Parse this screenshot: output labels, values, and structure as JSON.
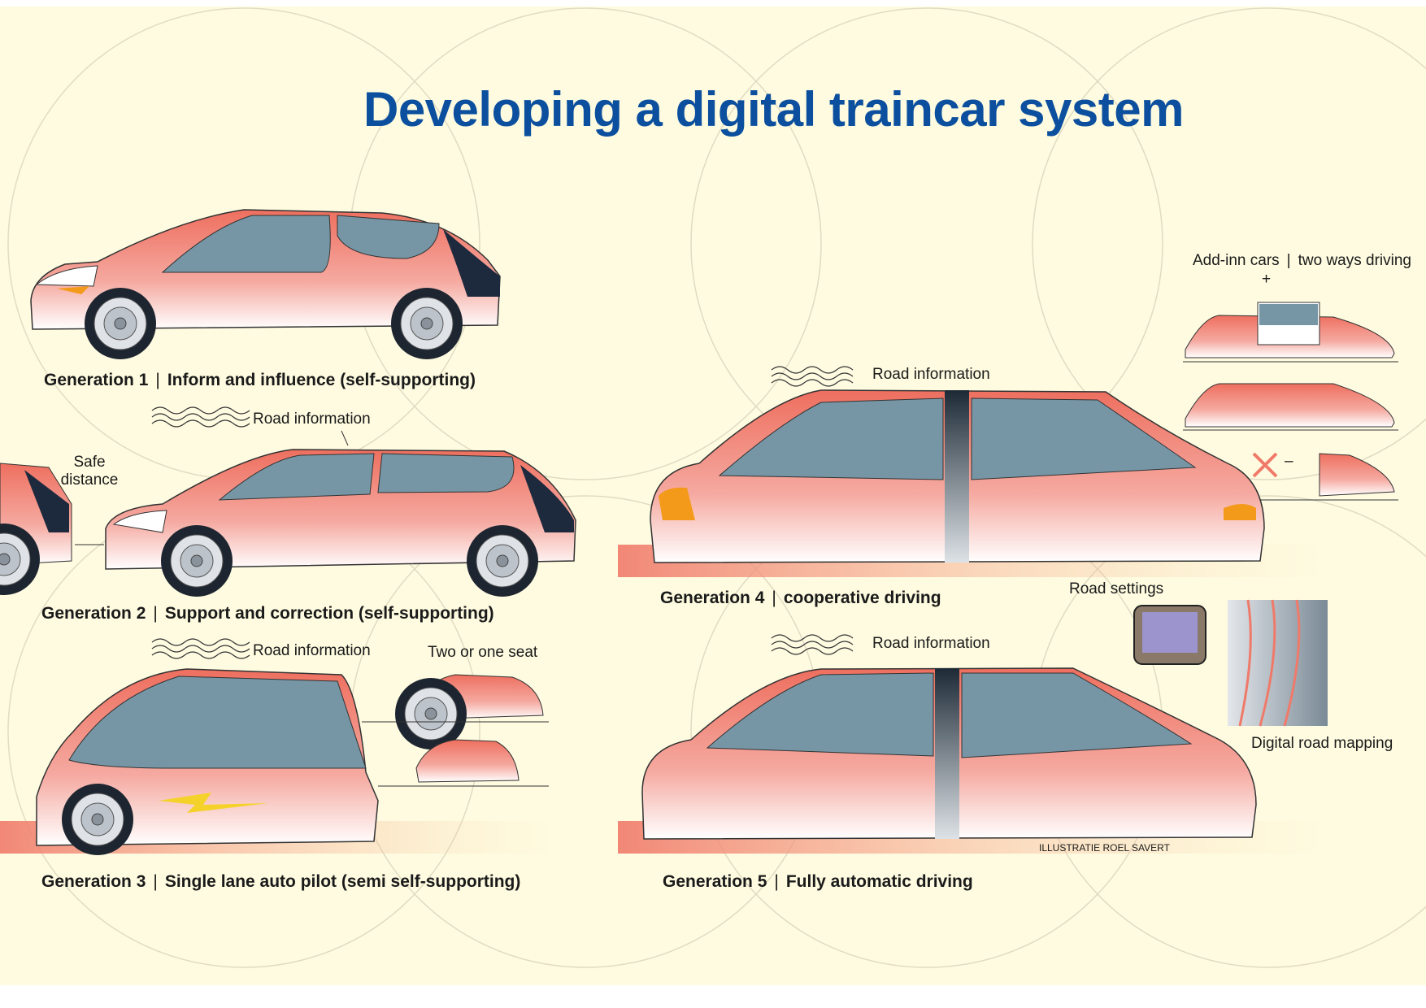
{
  "title": "Developing a digital traincar system",
  "generations": [
    {
      "number": "Generation 1",
      "description": "Inform and influence (self-supporting)"
    },
    {
      "number": "Generation 2",
      "description": "Support and correction (self-supporting)"
    },
    {
      "number": "Generation 3",
      "description": "Single lane auto pilot (semi self-supporting)"
    },
    {
      "number": "Generation 4",
      "description": "cooperative driving"
    },
    {
      "number": "Generation 5",
      "description": "Fully automatic driving"
    }
  ],
  "separator": "|",
  "annotations": {
    "road_information": "Road information",
    "safe_distance_line1": "Safe",
    "safe_distance_line2": "distance",
    "two_or_one_seat": "Two or one seat",
    "add_inn_cars": "Add-inn cars",
    "two_ways_driving": "two ways driving",
    "plus": "+",
    "minus": "–",
    "road_settings": "Road settings",
    "digital_road_mapping": "Digital road mapping"
  },
  "credit": "ILLUSTRATIE ROEL SAVERT",
  "colors": {
    "title": "#0b4f9e",
    "background": "#fefbe0",
    "car_body": "#f07a6a",
    "window": "#7696a6",
    "indicator": "#f49a1a",
    "cross": "#f07a6a"
  }
}
